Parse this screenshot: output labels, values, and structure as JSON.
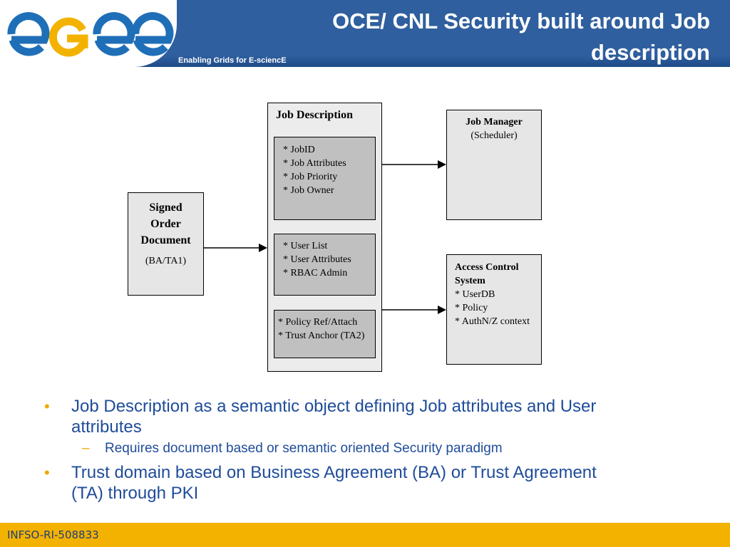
{
  "header": {
    "logo_text": "egee",
    "tagline": "Enabling Grids for E-sciencE",
    "title_line1": "OCE/ CNL Security built around Job",
    "title_line2": "description"
  },
  "diagram": {
    "signed_order": {
      "title_lines": [
        "Signed",
        "Order",
        "Document"
      ],
      "sub": "(BA/TA1)"
    },
    "job_description": {
      "title": "Job Description",
      "group1": [
        "* JobID",
        "* Job Attributes",
        "* Job Priority",
        "* Job Owner"
      ],
      "group2": [
        "* User List",
        "* User Attributes",
        "* RBAC Admin"
      ],
      "group3": [
        "* Policy Ref/Attach",
        "* Trust Anchor (TA2)"
      ]
    },
    "job_manager": {
      "title": "Job Manager",
      "sub": "(Scheduler)"
    },
    "access_control": {
      "title_lines": [
        "Access Control",
        "System"
      ],
      "items": [
        "* UserDB",
        "* Policy",
        "* AuthN/Z context"
      ]
    }
  },
  "bullets": {
    "b1_line1": "Job Description as a semantic object defining Job attributes and User",
    "b1_line2": "attributes",
    "b1_sub": "Requires document based or semantic oriented Security paradigm",
    "b2_line1": "Trust domain based on Business Agreement (BA) or Trust Agreement",
    "b2_line2": "(TA) through PKI"
  },
  "footer": {
    "text": "INFSO-RI-508833"
  },
  "colors": {
    "header_blue": "#2f5f9e",
    "logo_blue": "#1f6fb8",
    "logo_yellow": "#f3b200",
    "bullet_text": "#1f4c9a",
    "bullet_marker": "#f0a800",
    "footer": "#f3b200"
  }
}
